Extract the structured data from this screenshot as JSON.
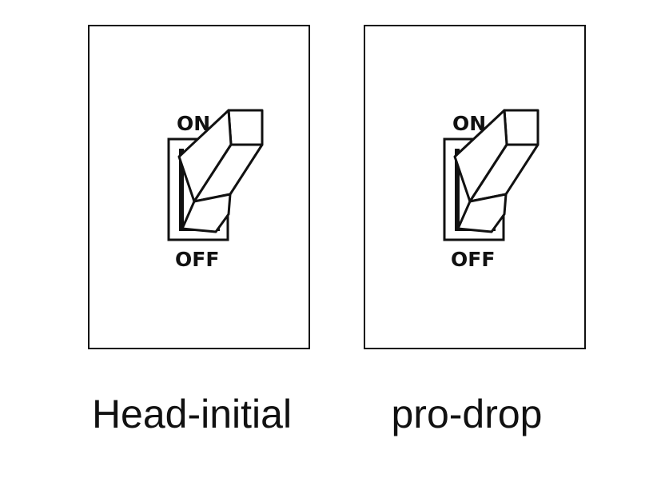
{
  "switches": [
    {
      "on_label": "ON",
      "off_label": "OFF",
      "caption": "Head-initial",
      "state": "on"
    },
    {
      "on_label": "ON",
      "off_label": "OFF",
      "caption": "pro-drop",
      "state": "on"
    }
  ],
  "colors": {
    "ink": "#111111",
    "background": "#ffffff"
  }
}
